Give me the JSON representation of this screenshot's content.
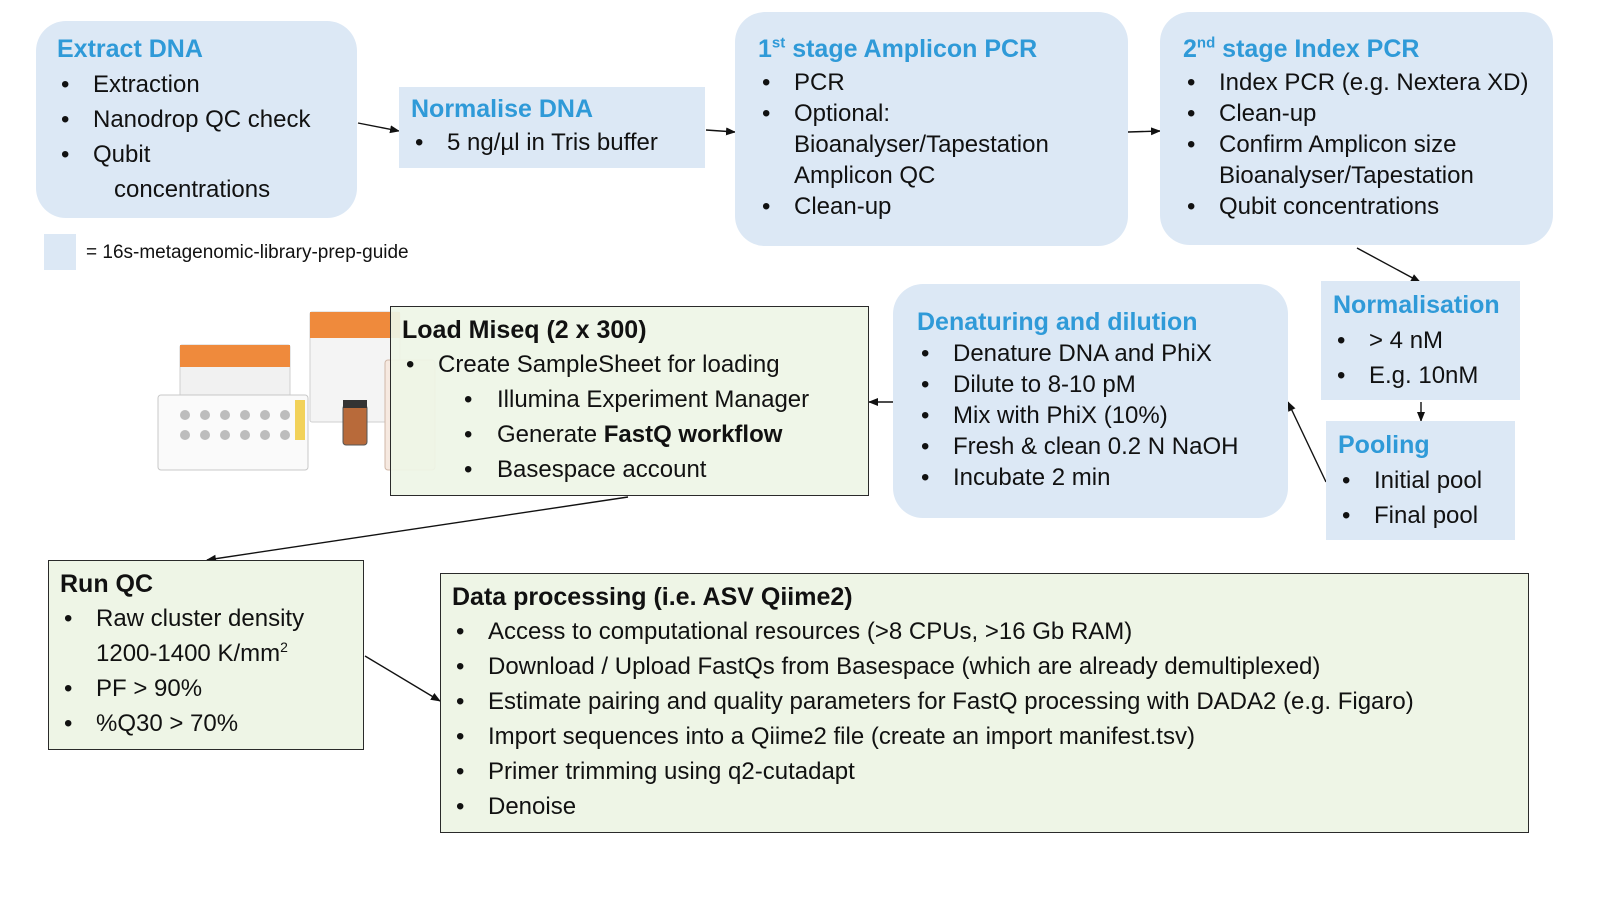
{
  "extract_dna": {
    "title": "Extract DNA",
    "items": [
      "Extraction",
      "Nanodrop QC check",
      "Qubit",
      "concentrations"
    ]
  },
  "normalise_dna": {
    "title": "Normalise DNA",
    "items": [
      "5 ng/µl in Tris buffer"
    ]
  },
  "amplicon_pcr": {
    "title_sup": "st",
    "title_rest": " stage Amplicon PCR",
    "title_num": "1",
    "items": [
      "PCR",
      "Optional:",
      "Bioanalyser/Tapestation",
      "Amplicon QC",
      "Clean-up"
    ]
  },
  "index_pcr": {
    "title_num": "2",
    "title_sup": "nd",
    "title_rest": " stage Index PCR",
    "items": [
      "Index PCR (e.g. Nextera XD)",
      "Clean-up",
      "Confirm Amplicon size",
      "Bioanalyser/Tapestation",
      "Qubit concentrations"
    ]
  },
  "legend": {
    "text": "= 16s-metagenomic-library-prep-guide"
  },
  "normalisation": {
    "title": "Normalisation",
    "items": [
      "> 4 nM",
      "E.g. 10nM"
    ]
  },
  "pooling": {
    "title": "Pooling",
    "items": [
      "Initial pool",
      "Final pool"
    ]
  },
  "denaturing": {
    "title": "Denaturing and dilution",
    "items": [
      "Denature DNA and PhiX",
      "Dilute to 8-10 pM",
      "Mix with PhiX (10%)",
      "Fresh & clean 0.2 N NaOH",
      "Incubate 2 min"
    ]
  },
  "load_miseq": {
    "title": "Load Miseq (2 x 300)",
    "item": "Create SampleSheet for loading",
    "sub_1": "Illumina Experiment Manager",
    "sub_2_prefix": "Generate ",
    "sub_2_bold": "FastQ workflow",
    "sub_3": "Basespace account"
  },
  "run_qc": {
    "title": "Run QC",
    "item_1": "Raw cluster density",
    "item_1_cont": "1200-1400 K/mm",
    "item_1_sup": "2",
    "item_2": "PF > 90%",
    "item_3": "%Q30 > 70%"
  },
  "data_processing": {
    "title": "Data processing (i.e. ASV Qiime2)",
    "items": [
      "Access to computational resources (>8 CPUs, >16 Gb RAM)",
      "Download / Upload FastQs from Basespace (which are already demultiplexed)",
      "Estimate pairing and quality parameters for FastQ processing with DADA2 (e.g. Figaro)",
      "Import sequences into a Qiime2 file (create an import manifest.tsv)",
      "Primer trimming using q2-cutadapt",
      "Denoise"
    ]
  },
  "colors": {
    "blue_fill": "#dce8f5",
    "green_fill": "#eef5e6",
    "title_blue": "#2f9ad8"
  }
}
